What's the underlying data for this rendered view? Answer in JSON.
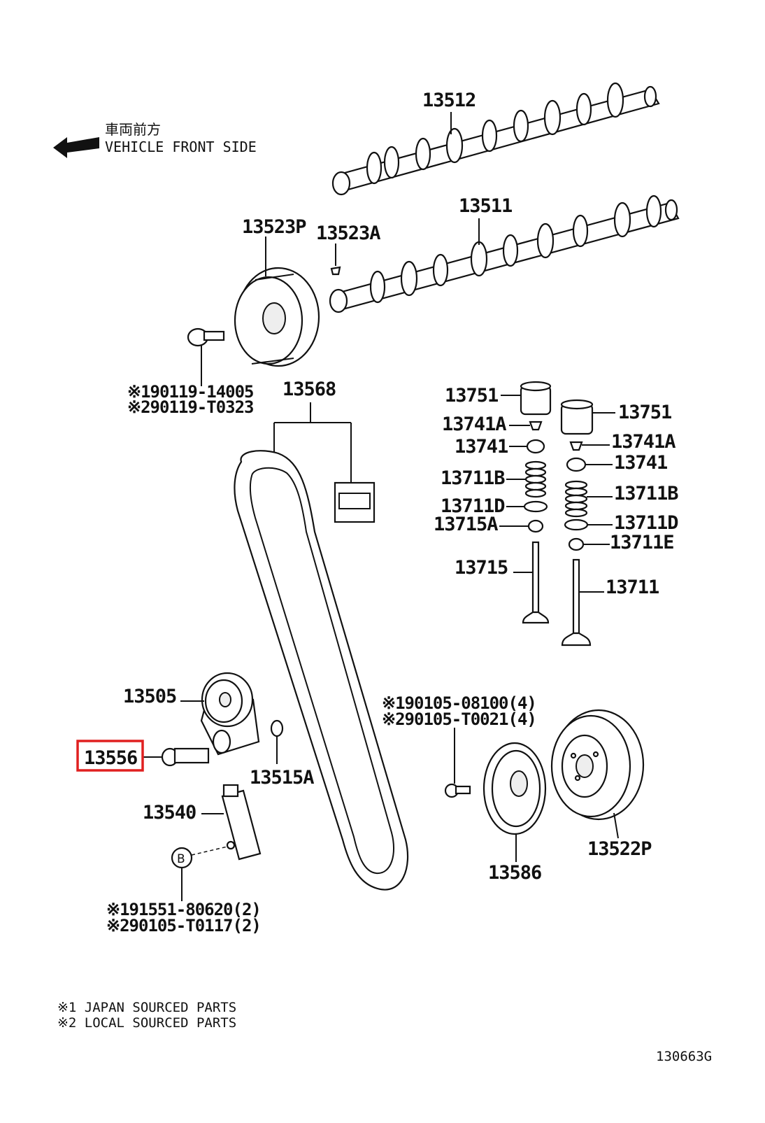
{
  "header": {
    "front_jp": "車両前方",
    "front_en": "VEHICLE FRONT SIDE"
  },
  "labels": {
    "p13512": "13512",
    "p13511": "13511",
    "p13523P": "13523P",
    "p13523A": "13523A",
    "bolt_1": "※190119-14005",
    "bolt_2": "※290119-T0323",
    "p13568": "13568",
    "p13751_l": "13751",
    "p13751_r": "13751",
    "p13741A_l": "13741A",
    "p13741A_r": "13741A",
    "p13741_l": "13741",
    "p13741_r": "13741",
    "p13711B_l": "13711B",
    "p13711B_r": "13711B",
    "p13711D_l": "13711D",
    "p13711D_r": "13711D",
    "p13715A": "13715A",
    "p13711E": "13711E",
    "p13715": "13715",
    "p13711": "13711",
    "p13505": "13505",
    "p13556": "13556",
    "p13515A": "13515A",
    "p13540": "13540",
    "circle_b": "B",
    "bolt2_1": "※190105-08100(4)",
    "bolt2_2": "※290105-T0021(4)",
    "p13586": "13586",
    "p13522P": "13522P",
    "bolt3_1": "※191551-80620(2)",
    "bolt3_2": "※290105-T0117(2)"
  },
  "footnotes": {
    "note1": "※1 JAPAN SOURCED PARTS",
    "note2": "※2 LOCAL SOURCED PARTS"
  },
  "figure_id": "130663G",
  "highlight": {
    "part": "13556",
    "color": "#e02020"
  }
}
